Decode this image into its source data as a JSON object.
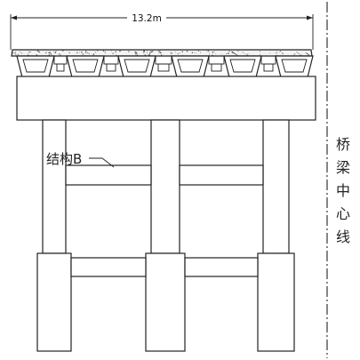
{
  "dimension": {
    "label": "13.2m"
  },
  "structure_label": "结构B",
  "centerline_label": [
    "桥",
    "梁",
    "中",
    "心",
    "线"
  ],
  "colors": {
    "line": "#222222",
    "background": "#ffffff",
    "deck_fill": "#f3f3f3"
  }
}
